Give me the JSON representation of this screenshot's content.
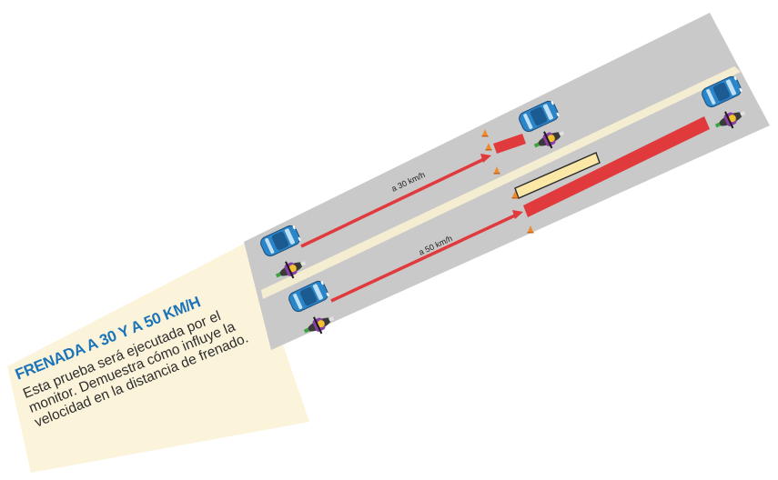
{
  "panel": {
    "title": "FRENADA A 30 Y A 50 KM/H",
    "body": "Esta prueba será ejecutada por el\nmonitor. Demuestra cómo influye la\nvelocidad en la distancia de frenado."
  },
  "lanes": {
    "top": {
      "speed_label": "a 30 km/h"
    },
    "bottom": {
      "speed_label": "a 50 km/h"
    }
  },
  "colors": {
    "background_panel": "#fbf3da",
    "road": "#c9c9c9",
    "lane_divider": "#f4edd2",
    "trajectory": "#e03a3d",
    "car": "#2a85c9",
    "highlight_box": "#fbe7a6"
  },
  "icons": [
    "car-icon",
    "motorcycle-icon",
    "traffic-cone-icon"
  ]
}
